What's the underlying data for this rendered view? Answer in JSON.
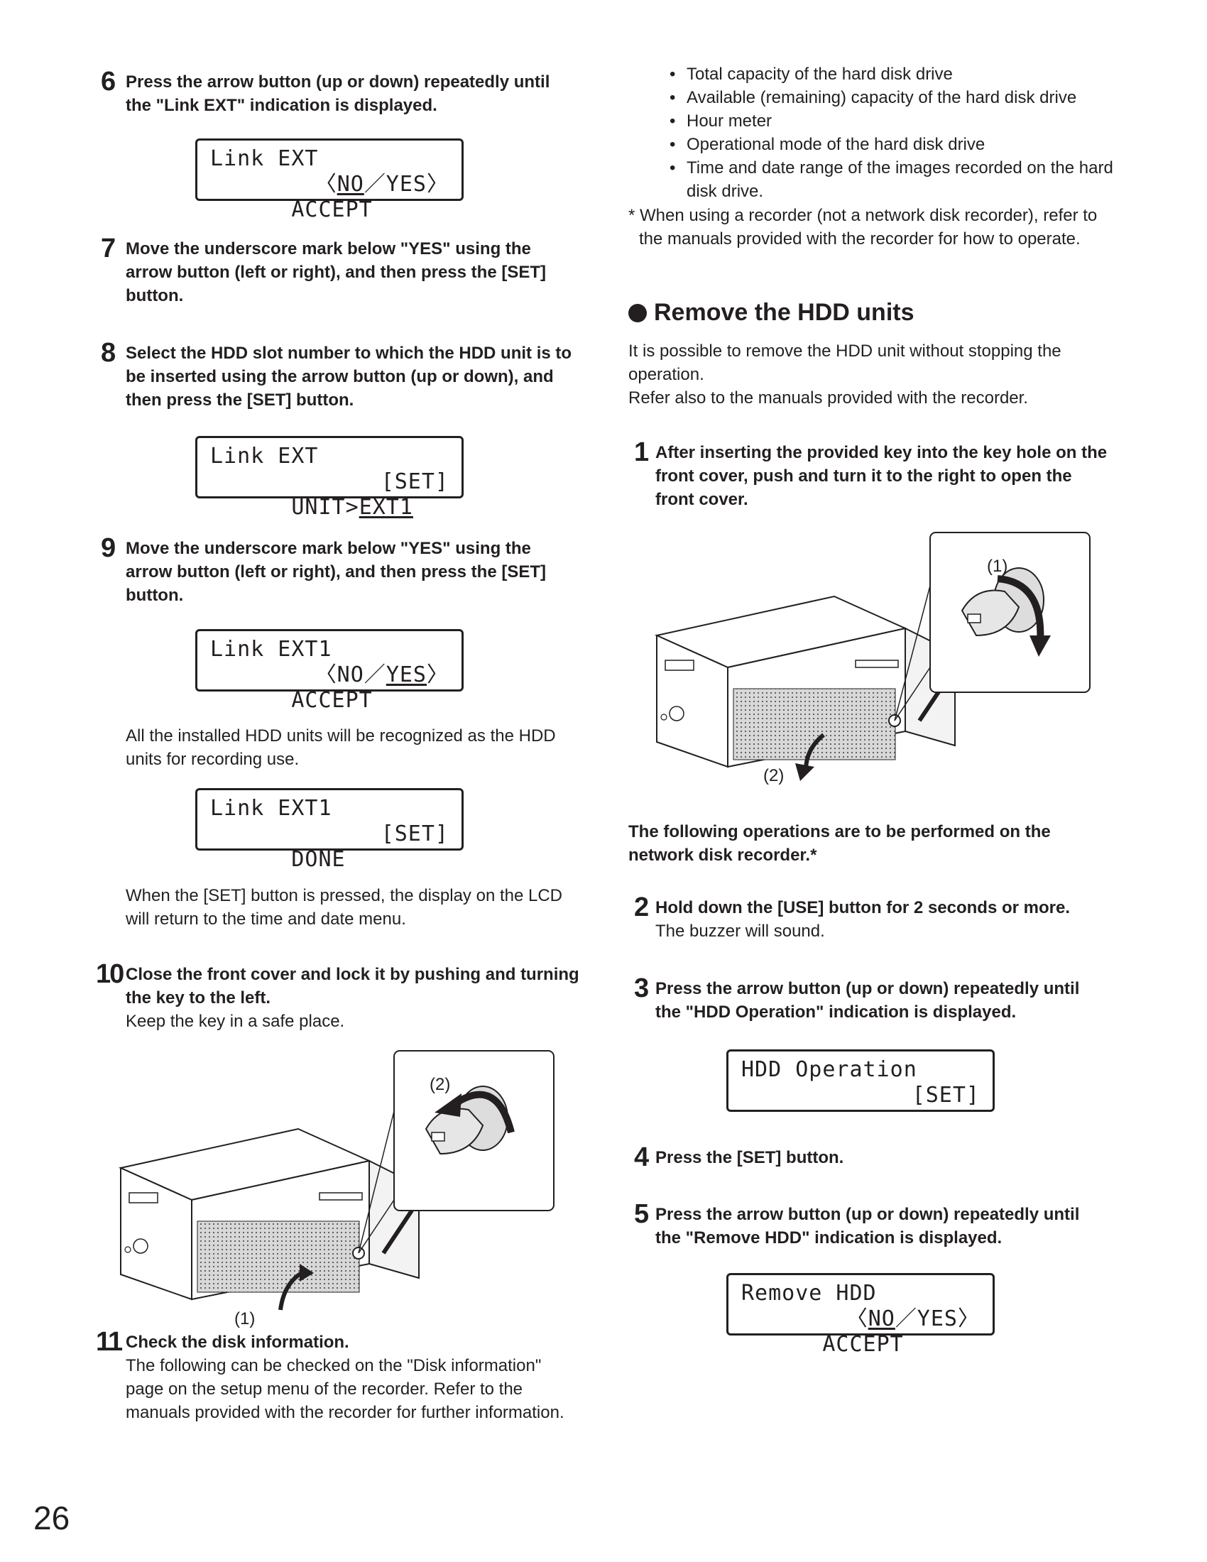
{
  "page_number": "26",
  "left": {
    "step6": {
      "num": "6",
      "text": "Press the arrow button (up or down) repeatedly until the \"Link EXT\" indication is displayed."
    },
    "lcd6": {
      "line1": "Link EXT",
      "line2_left": "ACCEPT",
      "line2_right_pre": "〈",
      "line2_right_u": "NO",
      "line2_right_post": "／YES〉"
    },
    "step7": {
      "num": "7",
      "text": "Move the underscore mark below \"YES\" using the arrow button (left or right), and then press the [SET] button."
    },
    "step8": {
      "num": "8",
      "text": "Select the HDD slot number to which the HDD unit is to be inserted using the arrow button (up or down), and then press the [SET] button."
    },
    "lcd8": {
      "line1": "Link EXT",
      "line2_pre": "UNIT>",
      "line2_u": "EXT1",
      "line2_right": "[SET]"
    },
    "step9": {
      "num": "9",
      "text": "Move the underscore mark below \"YES\" using the arrow button (left or right), and then press the [SET] button."
    },
    "lcd9": {
      "line1": "Link EXT1",
      "line2_left": "ACCEPT",
      "line2_right_pre": "〈NO／",
      "line2_right_u": "YES",
      "line2_right_post": "〉"
    },
    "note9": "All the installed HDD units will be recognized as the HDD units for recording use.",
    "lcd9b": {
      "line1": "Link EXT1",
      "line2_left": "DONE",
      "line2_right": "[SET]"
    },
    "note9b": "When the [SET] button is pressed, the display on the LCD will return to the time and date menu.",
    "step10": {
      "num": "10",
      "text": "Close the front cover and lock it by pushing and turning the key to the left.",
      "note": "Keep the key in a safe place."
    },
    "fig10": {
      "label1": "(1)",
      "label2": "(2)"
    },
    "step11": {
      "num": "11",
      "text": "Check the disk information.",
      "note": "The following can be checked on the \"Disk information\" page on the setup menu of the recorder. Refer to the manuals provided with the recorder for further information."
    }
  },
  "right": {
    "bullets": [
      "Total capacity of the hard disk drive",
      "Available (remaining) capacity of the hard disk drive",
      "Hour meter",
      "Operational mode of the hard disk drive",
      "Time and date range of the images recorded on the hard disk drive."
    ],
    "asterisk_note": "* When using a recorder (not a network disk recorder), refer to the manuals provided with the recorder for how to operate.",
    "heading": "Remove the HDD units",
    "intro1": "It is possible to remove the HDD unit without stopping the operation.",
    "intro2": "Refer also to the manuals provided with the recorder.",
    "step1": {
      "num": "1",
      "text": "After inserting the provided key into the key hole on the front cover, push and turn it to the right to open the front cover."
    },
    "fig1": {
      "label1": "(1)",
      "label2": "(2)"
    },
    "ops_note": "The following operations are to be performed on the network disk recorder.*",
    "step2": {
      "num": "2",
      "text": "Hold down the [USE] button for 2 seconds or more.",
      "note": "The buzzer will sound."
    },
    "step3": {
      "num": "3",
      "text": "Press the arrow button (up or down) repeatedly until the \"HDD Operation\" indication is displayed."
    },
    "lcd3": {
      "line1": "HDD Operation",
      "line2_right": "[SET]"
    },
    "step4": {
      "num": "4",
      "text": "Press the [SET] button."
    },
    "step5": {
      "num": "5",
      "text": "Press the arrow button (up or down) repeatedly until the \"Remove HDD\" indication is displayed."
    },
    "lcd5": {
      "line1": "Remove HDD",
      "line2_left": "ACCEPT",
      "line2_right_pre": "〈",
      "line2_right_u": "NO",
      "line2_right_post": "／YES〉"
    }
  }
}
